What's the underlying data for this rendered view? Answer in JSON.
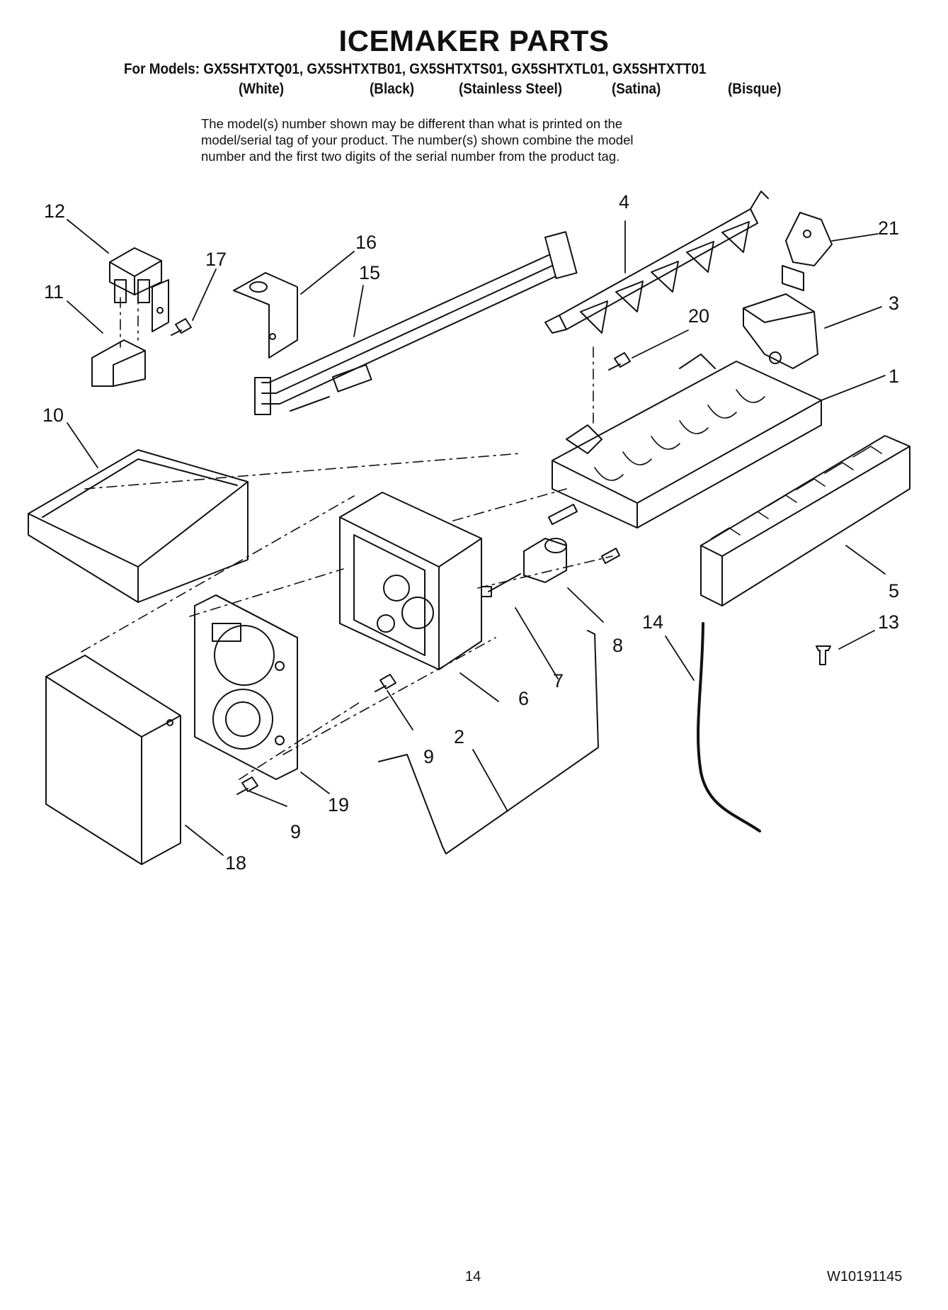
{
  "header": {
    "title": "ICEMAKER PARTS",
    "models_line": "For Models: GX5SHTXTQ01, GX5SHTXTB01, GX5SHTXTS01, GX5SHTXTL01, GX5SHTXTT01",
    "variants": [
      "(White)",
      "(Black)",
      "(Stainless Steel)",
      "(Satina)",
      "(Bisque)"
    ]
  },
  "note": {
    "lines": [
      "The model(s) number shown may be different than what is printed on the",
      "model/serial tag of your product. The number(s) shown combine the model",
      "number and the first two digits of the serial number from the product tag."
    ]
  },
  "callouts": [
    "1",
    "2",
    "3",
    "4",
    "5",
    "6",
    "7",
    "8",
    "9",
    "9",
    "10",
    "11",
    "12",
    "13",
    "14",
    "15",
    "16",
    "17",
    "18",
    "19",
    "20",
    "21"
  ],
  "footer": {
    "page_number": "14",
    "document_number": "W10191145"
  }
}
